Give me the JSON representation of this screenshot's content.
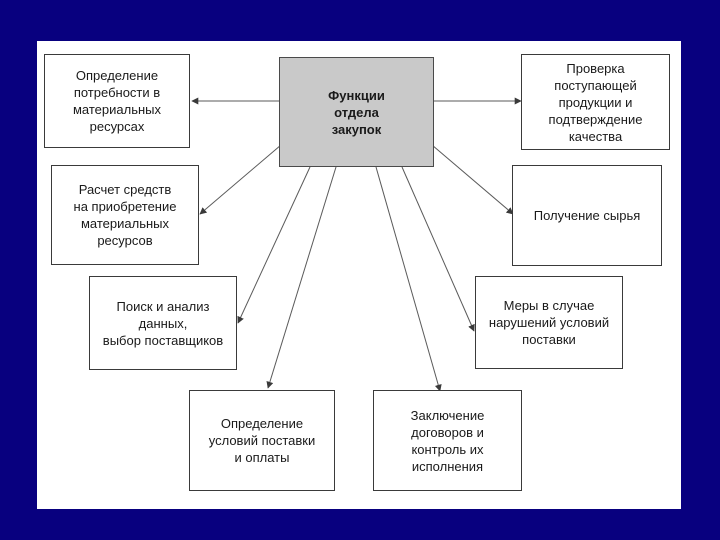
{
  "diagram": {
    "center": "Функции\nотдела\nзакупок",
    "nodes": {
      "needs": "Определение\nпотребности в\nматериальных\nресурсах",
      "calc": "Расчет средств\nна приобретение\nматериальных\nресурсов",
      "search": "Поиск и анализ\nданных,\nвыбор поставщиков",
      "terms": "Определение\nусловий поставки\nи оплаты",
      "contracts": "Заключение\nдоговоров и\nконтроль их\nисполнения",
      "measures": "Меры в случае\nнарушений условий\nпоставки",
      "receive": "Получение сырья",
      "check": "Проверка\nпоступающей\nпродукции и\nподтверждение\nкачества"
    }
  },
  "colors": {
    "background": "#08007f",
    "slide": "#ffffff",
    "center_fill": "#c9c9c9",
    "line": "#3a3a3a"
  }
}
